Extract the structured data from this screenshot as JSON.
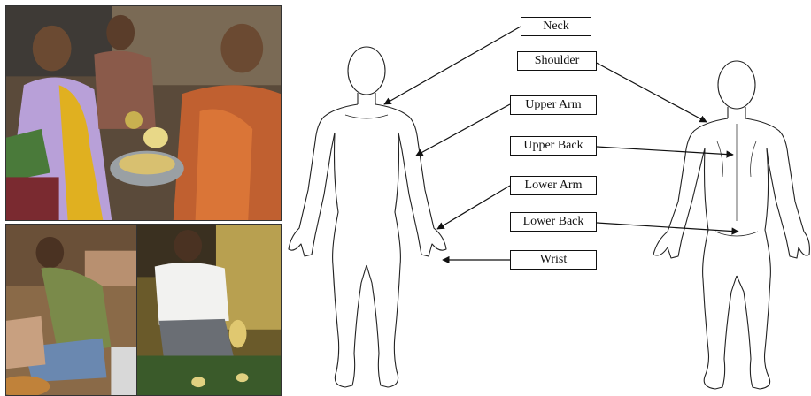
{
  "labels": {
    "neck": "Neck",
    "shoulder": "Shoulder",
    "upper_arm": "Upper Arm",
    "upper_back": "Upper Back",
    "lower_arm": "Lower Arm",
    "lower_back": "Lower Back",
    "wrist": "Wrist"
  }
}
